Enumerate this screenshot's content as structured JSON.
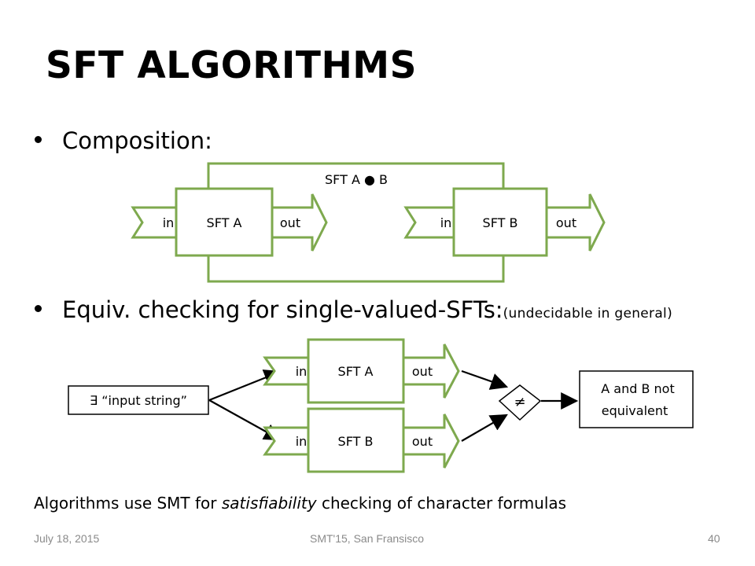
{
  "slide": {
    "title": "SFT ALGORITHMS",
    "bullet1": "Composition:",
    "bullet2_main": "Equiv. checking for single-valued-SFTs:",
    "bullet2_note": "(undecidable in general)",
    "footnote_pre": "Algorithms use SMT for ",
    "footnote_em": "satisfiability",
    "footnote_post": " checking of character formulas"
  },
  "composition": {
    "outer_label": "SFT A ● B",
    "in_label": "in",
    "out_label": "out",
    "box_a": "SFT A",
    "box_b": "SFT B"
  },
  "equivalence": {
    "input_label": "∃ “input string”",
    "box_a": "SFT A",
    "box_b": "SFT B",
    "in_label": "in",
    "out_label": "out",
    "neq_symbol": "≠",
    "result_line1": "A and B not",
    "result_line2": "equivalent"
  },
  "footer": {
    "date": "July 18, 2015",
    "venue": "SMT'15, San Fransisco",
    "page": "40"
  },
  "colors": {
    "accent_green": "#7ea94e",
    "footer_gray": "#8a8a8a"
  }
}
